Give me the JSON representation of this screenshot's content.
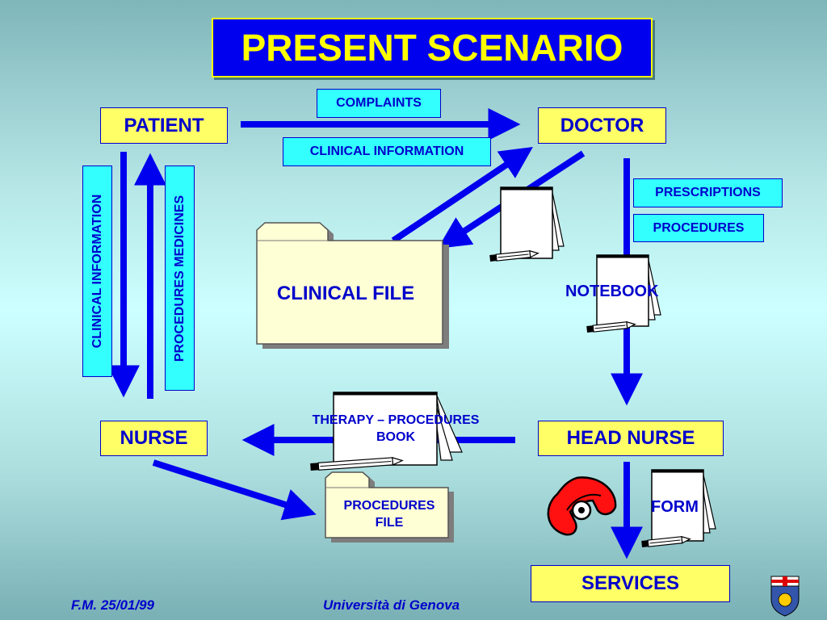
{
  "title": "PRESENT SCENARIO",
  "nodes": {
    "patient": "PATIENT",
    "doctor": "DOCTOR",
    "nurse": "NURSE",
    "head_nurse": "HEAD NURSE",
    "services": "SERVICES"
  },
  "labels": {
    "complaints": "COMPLAINTS",
    "clinical_information": "CLINICAL INFORMATION",
    "prescriptions": "PRESCRIPTIONS",
    "procedures": "PROCEDURES",
    "clinical_information_vertical": "CLINICAL INFORMATION",
    "procedures_medicines_vertical": "PROCEDURES MEDICINES"
  },
  "documents": {
    "clinical_file": "CLINICAL FILE",
    "notebook": "NOTEBOOK",
    "therapy_line1": "THERAPY – PROCEDURES",
    "therapy_line2": "BOOK",
    "procedures_file_line1": "PROCEDURES",
    "procedures_file_line2": "FILE",
    "form": "FORM"
  },
  "footer": {
    "left": "F.M. 25/01/99",
    "center": "Università di Genova"
  },
  "colors": {
    "box_yellow": "#ffff66",
    "box_cyan": "#33ffff",
    "text_blue": "#0000cc",
    "arrow_blue": "#0000ee",
    "title_yellow": "#ffff00"
  }
}
